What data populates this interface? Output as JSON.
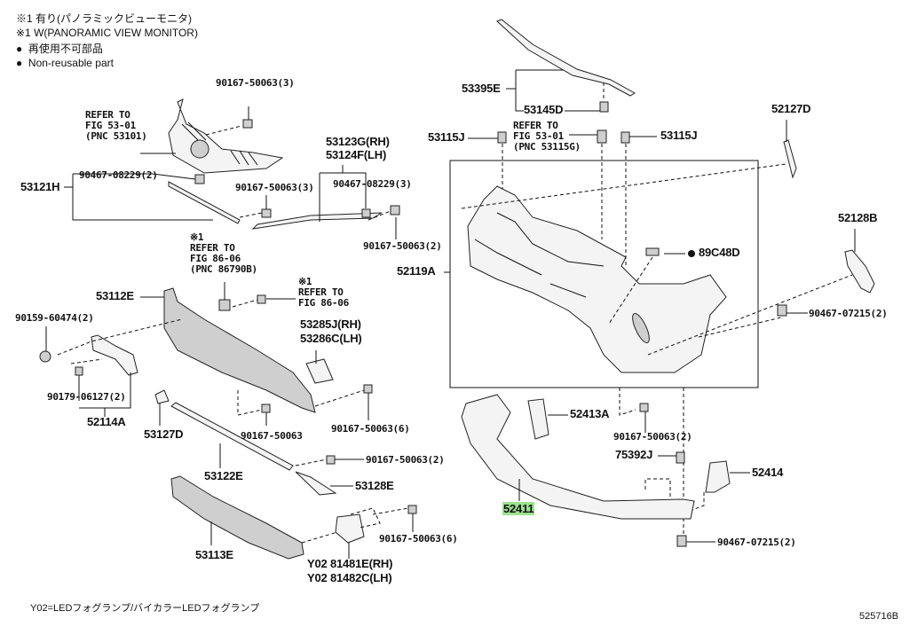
{
  "legend": {
    "note1_jp": "※1 有り(パノラミックビューモニタ)",
    "note1_en": "※1 W(PANORAMIC VIEW MONITOR)",
    "nonreusable_jp": "再使用不可部品",
    "nonreusable_en": "Non-reusable part"
  },
  "footer": {
    "fog_note": "Y02=LEDフォグランプ/バイカラーLEDフォグランプ",
    "figure_id": "525716B"
  },
  "labels": {
    "p90167_3_top": "90167-50063(3)",
    "refer_53101": [
      "REFER TO",
      "FIG 53-01",
      "(PNC 53101)"
    ],
    "p90467_2": "90467-08229(2)",
    "p53121H": "53121H",
    "p90167_3_mid": "90167-50063(3)",
    "p53123G": "53123G(RH)",
    "p53124F": "53124F(LH)",
    "p90467_3": "90467-08229(3)",
    "p90167_2_a": "90167-50063(2)",
    "refer_86790B": [
      "※1",
      "REFER TO",
      "FIG 86-06",
      "(PNC 86790B)"
    ],
    "refer_8606": [
      "※1",
      "REFER TO",
      "FIG 86-06"
    ],
    "p53112E": "53112E",
    "p90159": "90159-60474(2)",
    "p53285J": "53285J(RH)",
    "p53286C": "53286C(LH)",
    "p90179": "90179-06127(2)",
    "p52114A": "52114A",
    "p53127D": "53127D",
    "p90167_single": "90167-50063",
    "p90167_6_a": "90167-50063(6)",
    "p53122E": "53122E",
    "p90167_2_b": "90167-50063(2)",
    "p53128E": "53128E",
    "p53113E": "53113E",
    "p90167_6_b": "90167-50063(6)",
    "y02_rh": "Y02 81481E(RH)",
    "y02_lh": "Y02 81482C(LH)",
    "p53395E": "53395E",
    "p53145D": "53145D",
    "p53115J_l": "53115J",
    "refer_53115G": [
      "REFER TO",
      "FIG 53-01",
      "(PNC 53115G)"
    ],
    "p53115J_r": "53115J",
    "p52127D": "52127D",
    "p52119A": "52119A",
    "p89C48D": "89C48D",
    "p52128B": "52128B",
    "p90467_07215_a": "90467-07215(2)",
    "p52413A": "52413A",
    "p90167_2_c": "90167-50063(2)",
    "p75392J": "75392J",
    "p52414": "52414",
    "p52411": "52411",
    "p90467_07215_b": "90467-07215(2)"
  },
  "colors": {
    "highlight": "#9be38f",
    "line": "#111111"
  }
}
